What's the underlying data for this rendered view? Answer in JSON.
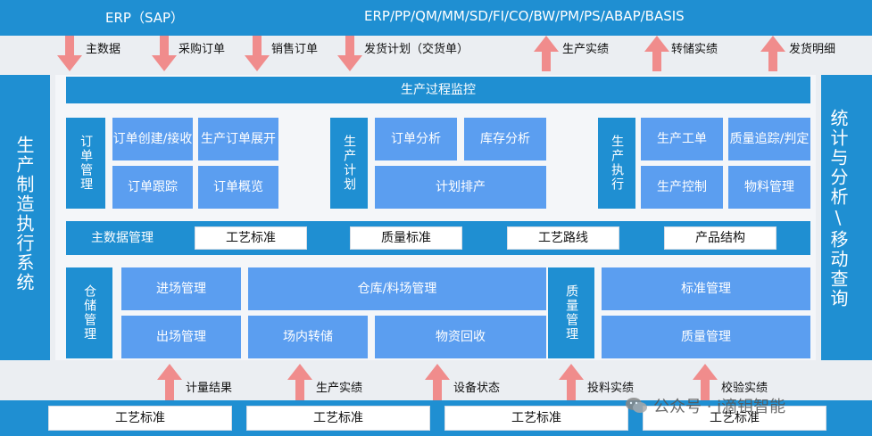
{
  "top": {
    "left": "ERP（SAP）",
    "right": "ERP/PP/QM/MM/SD/FI/CO/BW/PM/PS/ABAP/BASIS"
  },
  "top_arrows": [
    "主数据",
    "采购订单",
    "销售订单",
    "发货计划（交货单）",
    "生产实绩",
    "转储实绩",
    "发货明细"
  ],
  "left_side": "生产制造执行系统",
  "right_side": "统计与分析\\移动查询",
  "monitor": "生产过程监控",
  "order": {
    "label": "订单管理",
    "items": [
      "订单创建/接收",
      "生产订单展开",
      "订单跟踪",
      "订单概览"
    ]
  },
  "plan": {
    "label": "生产计划",
    "items": [
      "订单分析",
      "库存分析",
      "计划排产"
    ]
  },
  "exec": {
    "label": "生产执行",
    "items": [
      "生产工单",
      "质量追踪/判定",
      "生产控制",
      "物料管理"
    ]
  },
  "master": {
    "label": "主数据管理",
    "items": [
      "工艺标准",
      "质量标准",
      "工艺路线",
      "产品结构"
    ]
  },
  "warehouse": {
    "label": "仓储管理",
    "items": [
      "进场管理",
      "仓库/料场管理",
      "出场管理",
      "场内转储",
      "物资回收"
    ]
  },
  "quality": {
    "label": "质量管理",
    "items": [
      "标准管理",
      "质量管理"
    ]
  },
  "bottom_arrows": [
    "计量结果",
    "生产实绩",
    "设备状态",
    "投料实绩",
    "校验实绩"
  ],
  "bottom_boxes": [
    "工艺标准",
    "工艺标准",
    "工艺标准",
    "工艺标准"
  ],
  "watermark": "公众号 · i滴钼智能",
  "colors": {
    "dark": "#1f8fd2",
    "light": "#5b9ef0",
    "arrow": "#f08c8c"
  }
}
